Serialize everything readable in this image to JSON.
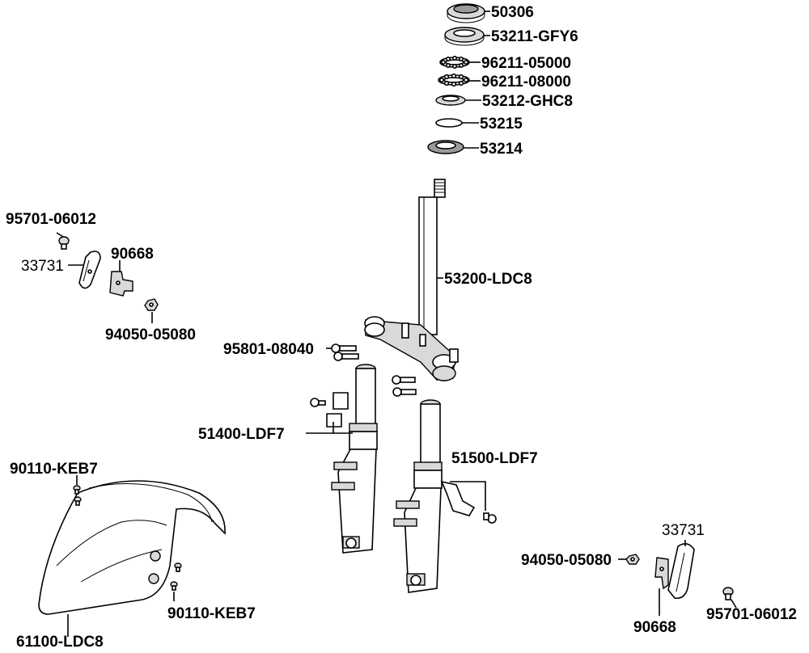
{
  "labels": {
    "p50306": "50306",
    "p53211": "53211-GFY6",
    "p96211a": "96211-05000",
    "p96211b": "96211-08000",
    "p53212": "53212-GHC8",
    "p53215": "53215",
    "p53214": "53214",
    "p53200": "53200-LDC8",
    "p95801": "95801-08040",
    "p51400": "51400-LDF7",
    "p51500": "51500-LDF7",
    "p95701_left": "95701-06012",
    "p33731_left": "33731",
    "p90668_left": "90668",
    "p94050_left": "94050-05080",
    "p90110_top": "90110-KEB7",
    "p90110_bottom": "90110-KEB7",
    "p61100": "61100-LDC8",
    "p33731_right": "33731",
    "p94050_right": "94050-05080",
    "p90668_right": "90668",
    "p95701_right": "95701-06012"
  }
}
